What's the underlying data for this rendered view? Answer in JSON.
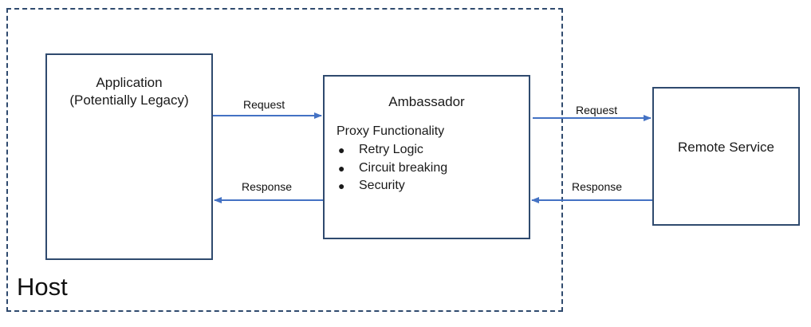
{
  "host": {
    "label": "Host"
  },
  "application": {
    "title_line1": "Application",
    "title_line2": "(Potentially Legacy)"
  },
  "ambassador": {
    "title": "Ambassador",
    "subtitle": "Proxy Functionality",
    "items": [
      "Retry Logic",
      "Circuit breaking",
      "Security"
    ]
  },
  "remote": {
    "title": "Remote Service"
  },
  "connections": {
    "app_to_ambassador_request": "Request",
    "ambassador_to_app_response": "Response",
    "ambassador_to_remote_request": "Request",
    "remote_to_ambassador_response": "Response"
  },
  "colors": {
    "box_border": "#2f4a6e",
    "arrow": "#4472c4",
    "text": "#1a1a1a"
  }
}
